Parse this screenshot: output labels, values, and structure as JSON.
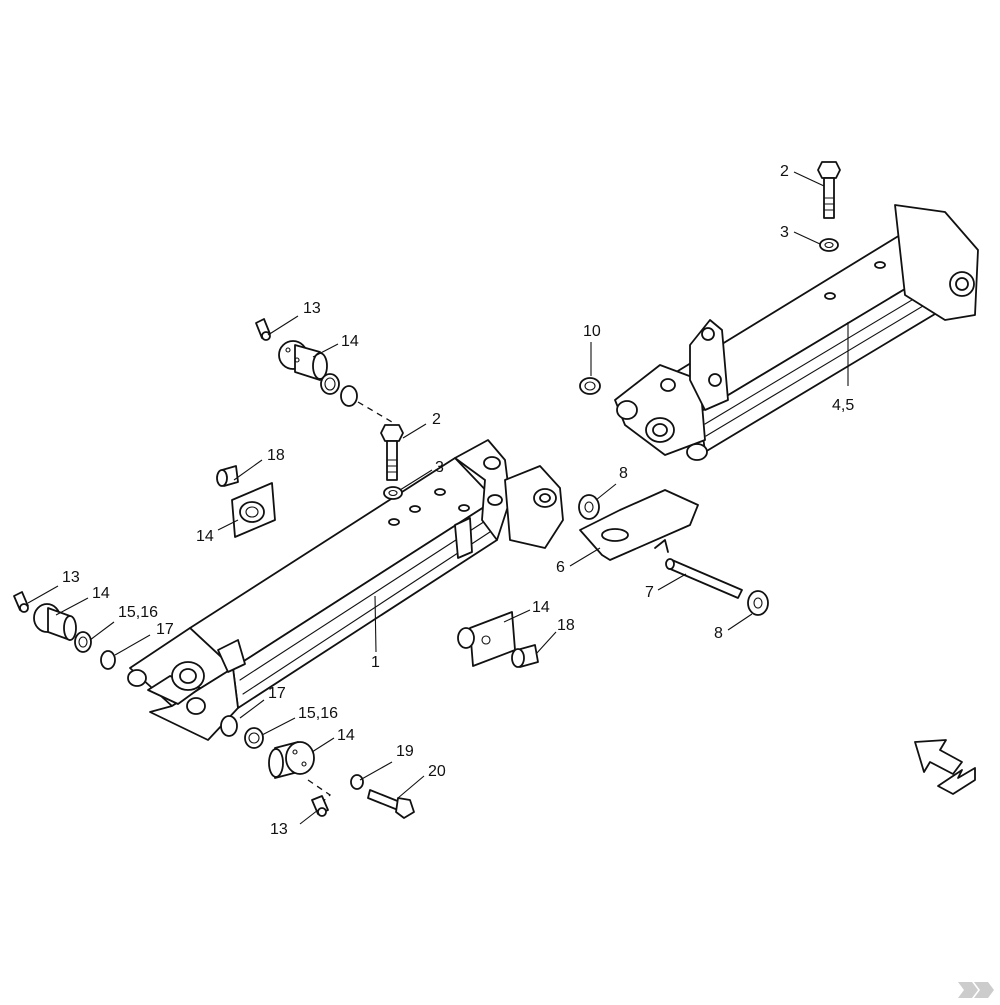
{
  "callouts": {
    "c1": "1",
    "c2a": "2",
    "c2b": "2",
    "c3a": "3",
    "c3b": "3",
    "c45": "4,5",
    "c6": "6",
    "c7": "7",
    "c8a": "8",
    "c8b": "8",
    "c10": "10",
    "c13a": "13",
    "c13b": "13",
    "c13c": "13",
    "c14a": "14",
    "c14b": "14",
    "c14c": "14",
    "c14d": "14",
    "c14e": "14",
    "c1516a": "15,16",
    "c1516b": "15,16",
    "c17a": "17",
    "c17b": "17",
    "c18a": "18",
    "c18b": "18",
    "c19": "19",
    "c20": "20"
  },
  "icons": {
    "direction": "arrow-icon",
    "brand": "brand-logo"
  },
  "colors": {
    "line": "#111111",
    "background": "#ffffff",
    "logo": "#cccccc"
  }
}
